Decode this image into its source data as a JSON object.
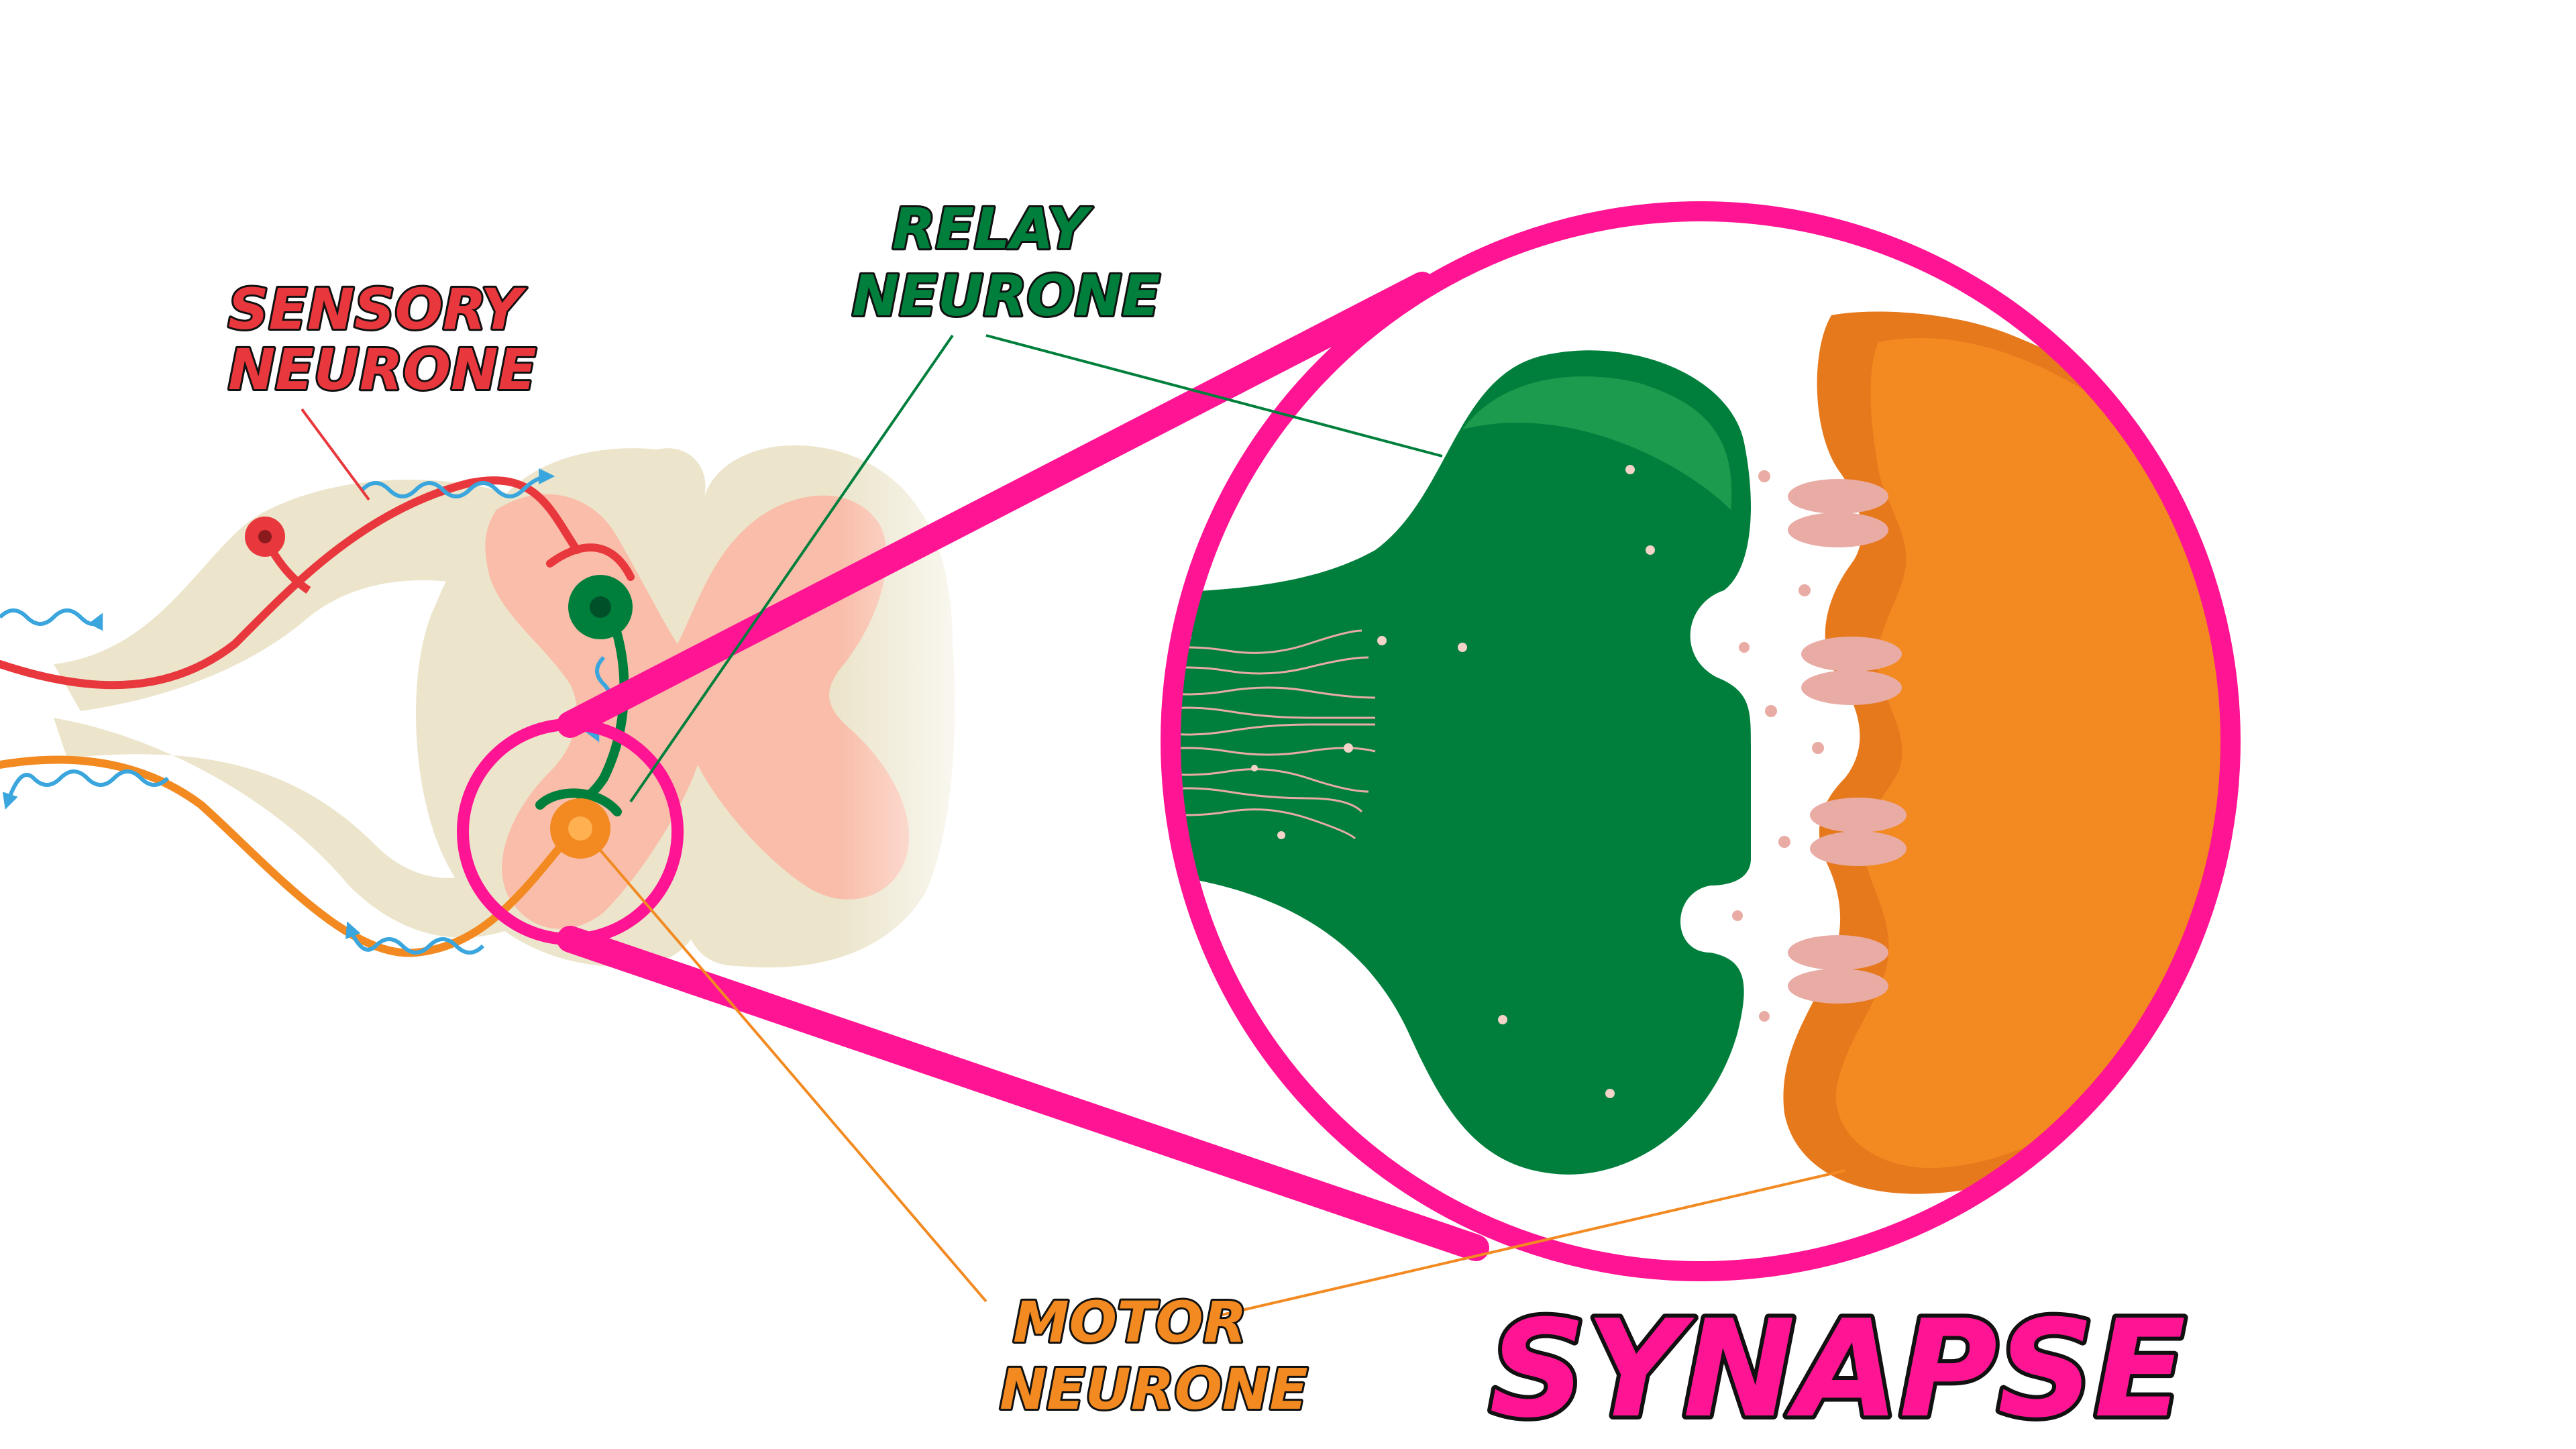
{
  "labels": {
    "sensory": {
      "line1": "SENSORY",
      "line2": "NEURONE"
    },
    "relay": {
      "line1": "RELAY",
      "line2": "NEURONE"
    },
    "motor": {
      "line1": "MOTOR",
      "line2": "NEURONE"
    },
    "synapse": "SYNAPSE"
  },
  "colors": {
    "sensory": "#e8383d",
    "relay": "#007f3c",
    "motor": "#f28a21",
    "synapse_ring": "#ff1493",
    "white_matter": "#ece5cc",
    "grey_matter": "#f9bda9",
    "impulse": "#3aa6dd",
    "receptor": "#e9aca5"
  }
}
